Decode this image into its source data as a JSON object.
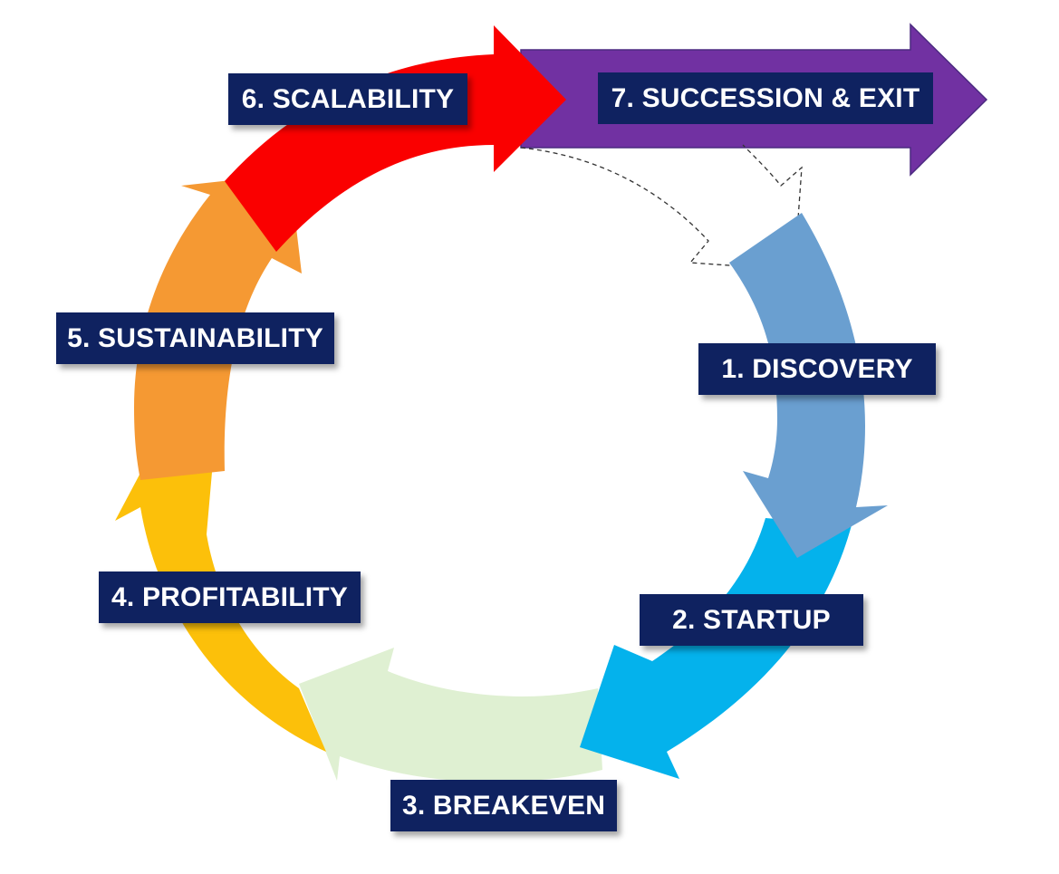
{
  "stages": [
    {
      "label": "1. DISCOVERY",
      "color": "#6a9fd0"
    },
    {
      "label": "2. STARTUP",
      "color": "#04b2ec"
    },
    {
      "label": "3. BREAKEVEN",
      "color": "#dff0d2"
    },
    {
      "label": "4. PROFITABILITY",
      "color": "#fcc00a"
    },
    {
      "label": "5. SUSTAINABILITY",
      "color": "#f59933"
    },
    {
      "label": "6. SCALABILITY",
      "color": "#fa0000"
    }
  ],
  "exit": {
    "label": "7. SUCCESSION & EXIT",
    "color": "#7131a2"
  },
  "label_background": "#0f2260"
}
